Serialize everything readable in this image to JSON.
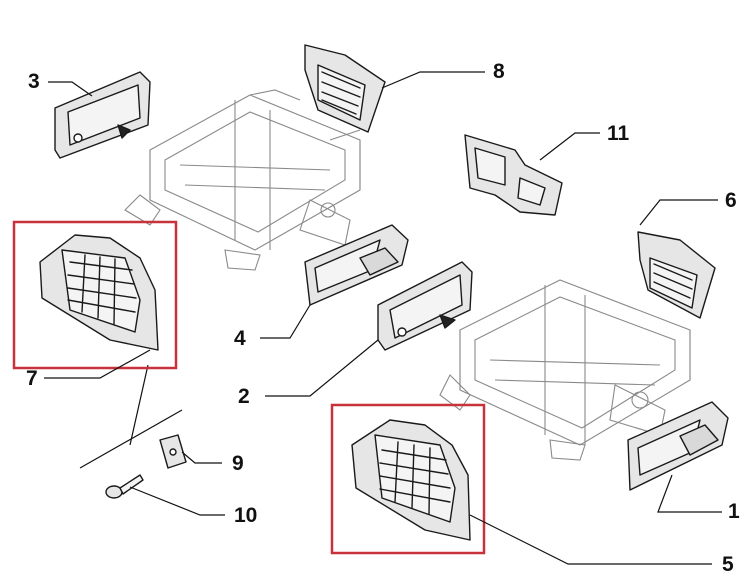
{
  "colors": {
    "highlight": "#c8323a",
    "part_fill_dark": "#d9d9d9",
    "part_fill_light": "#f4f4f4",
    "frame_line": "#8a8a8a"
  },
  "callouts": {
    "c1": "1",
    "c2": "2",
    "c3": "3",
    "c4": "4",
    "c5": "5",
    "c6": "6",
    "c7": "7",
    "c8": "8",
    "c9": "9",
    "c10": "10",
    "c11": "11"
  },
  "highlighted_parts": [
    "7",
    "5"
  ]
}
